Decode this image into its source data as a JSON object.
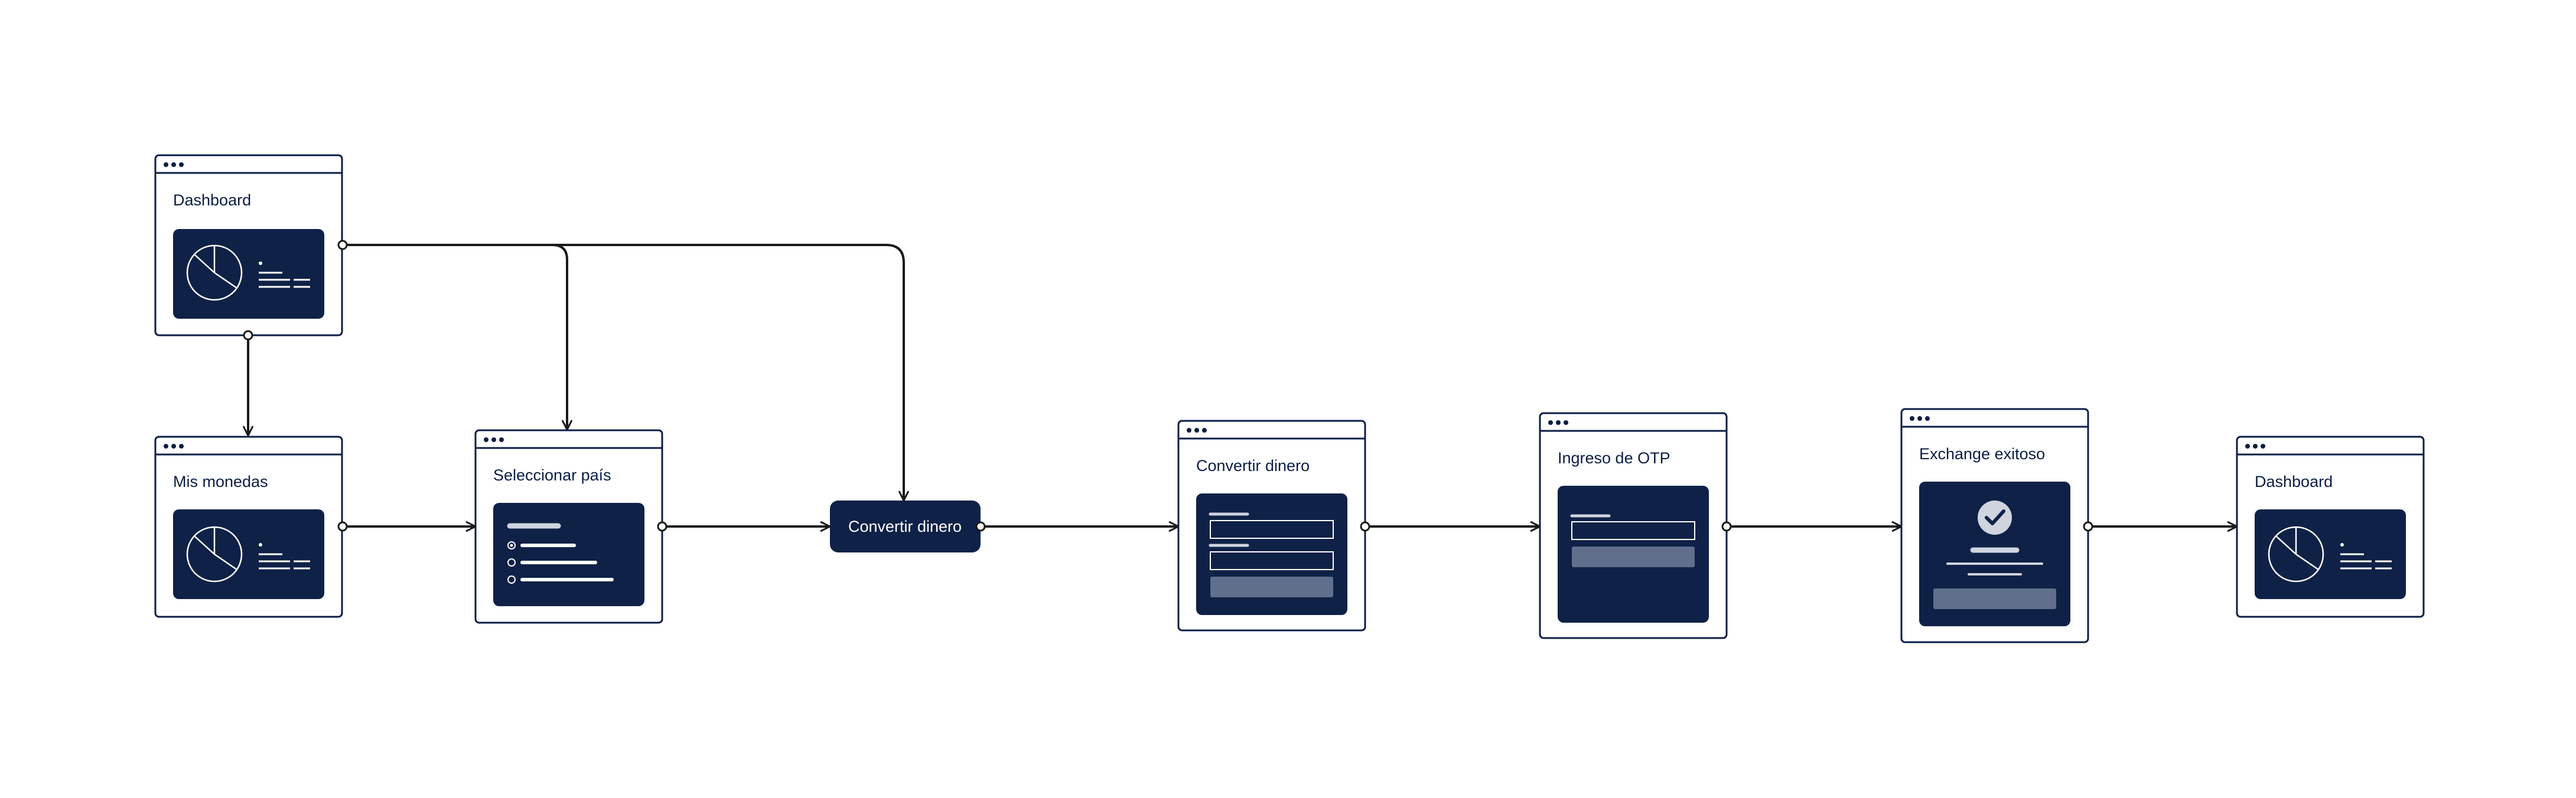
{
  "colors": {
    "navy": "#0b1e46",
    "panel": "#0f2147",
    "white": "#ffffff",
    "line": "#1a1a1a",
    "bar_light": "#cfd4de",
    "bar_muted": "#5f6f8c"
  },
  "nodes": {
    "dashboard_top": {
      "title": "Dashboard"
    },
    "mis_monedas": {
      "title": "Mis monedas"
    },
    "seleccionar_pais": {
      "title": "Seleccionar país"
    },
    "convertir_dinero_action": {
      "label": "Convertir dinero"
    },
    "convertir_dinero": {
      "title": "Convertir dinero"
    },
    "ingreso_otp": {
      "title": "Ingreso de OTP"
    },
    "exchange_exitoso": {
      "title": "Exchange exitoso"
    },
    "dashboard_end": {
      "title": "Dashboard"
    }
  },
  "icons": {
    "window_dots": "three-dots-icon",
    "pie": "pie-chart-icon",
    "check": "check-circle-icon",
    "radio": "radio-icon"
  }
}
